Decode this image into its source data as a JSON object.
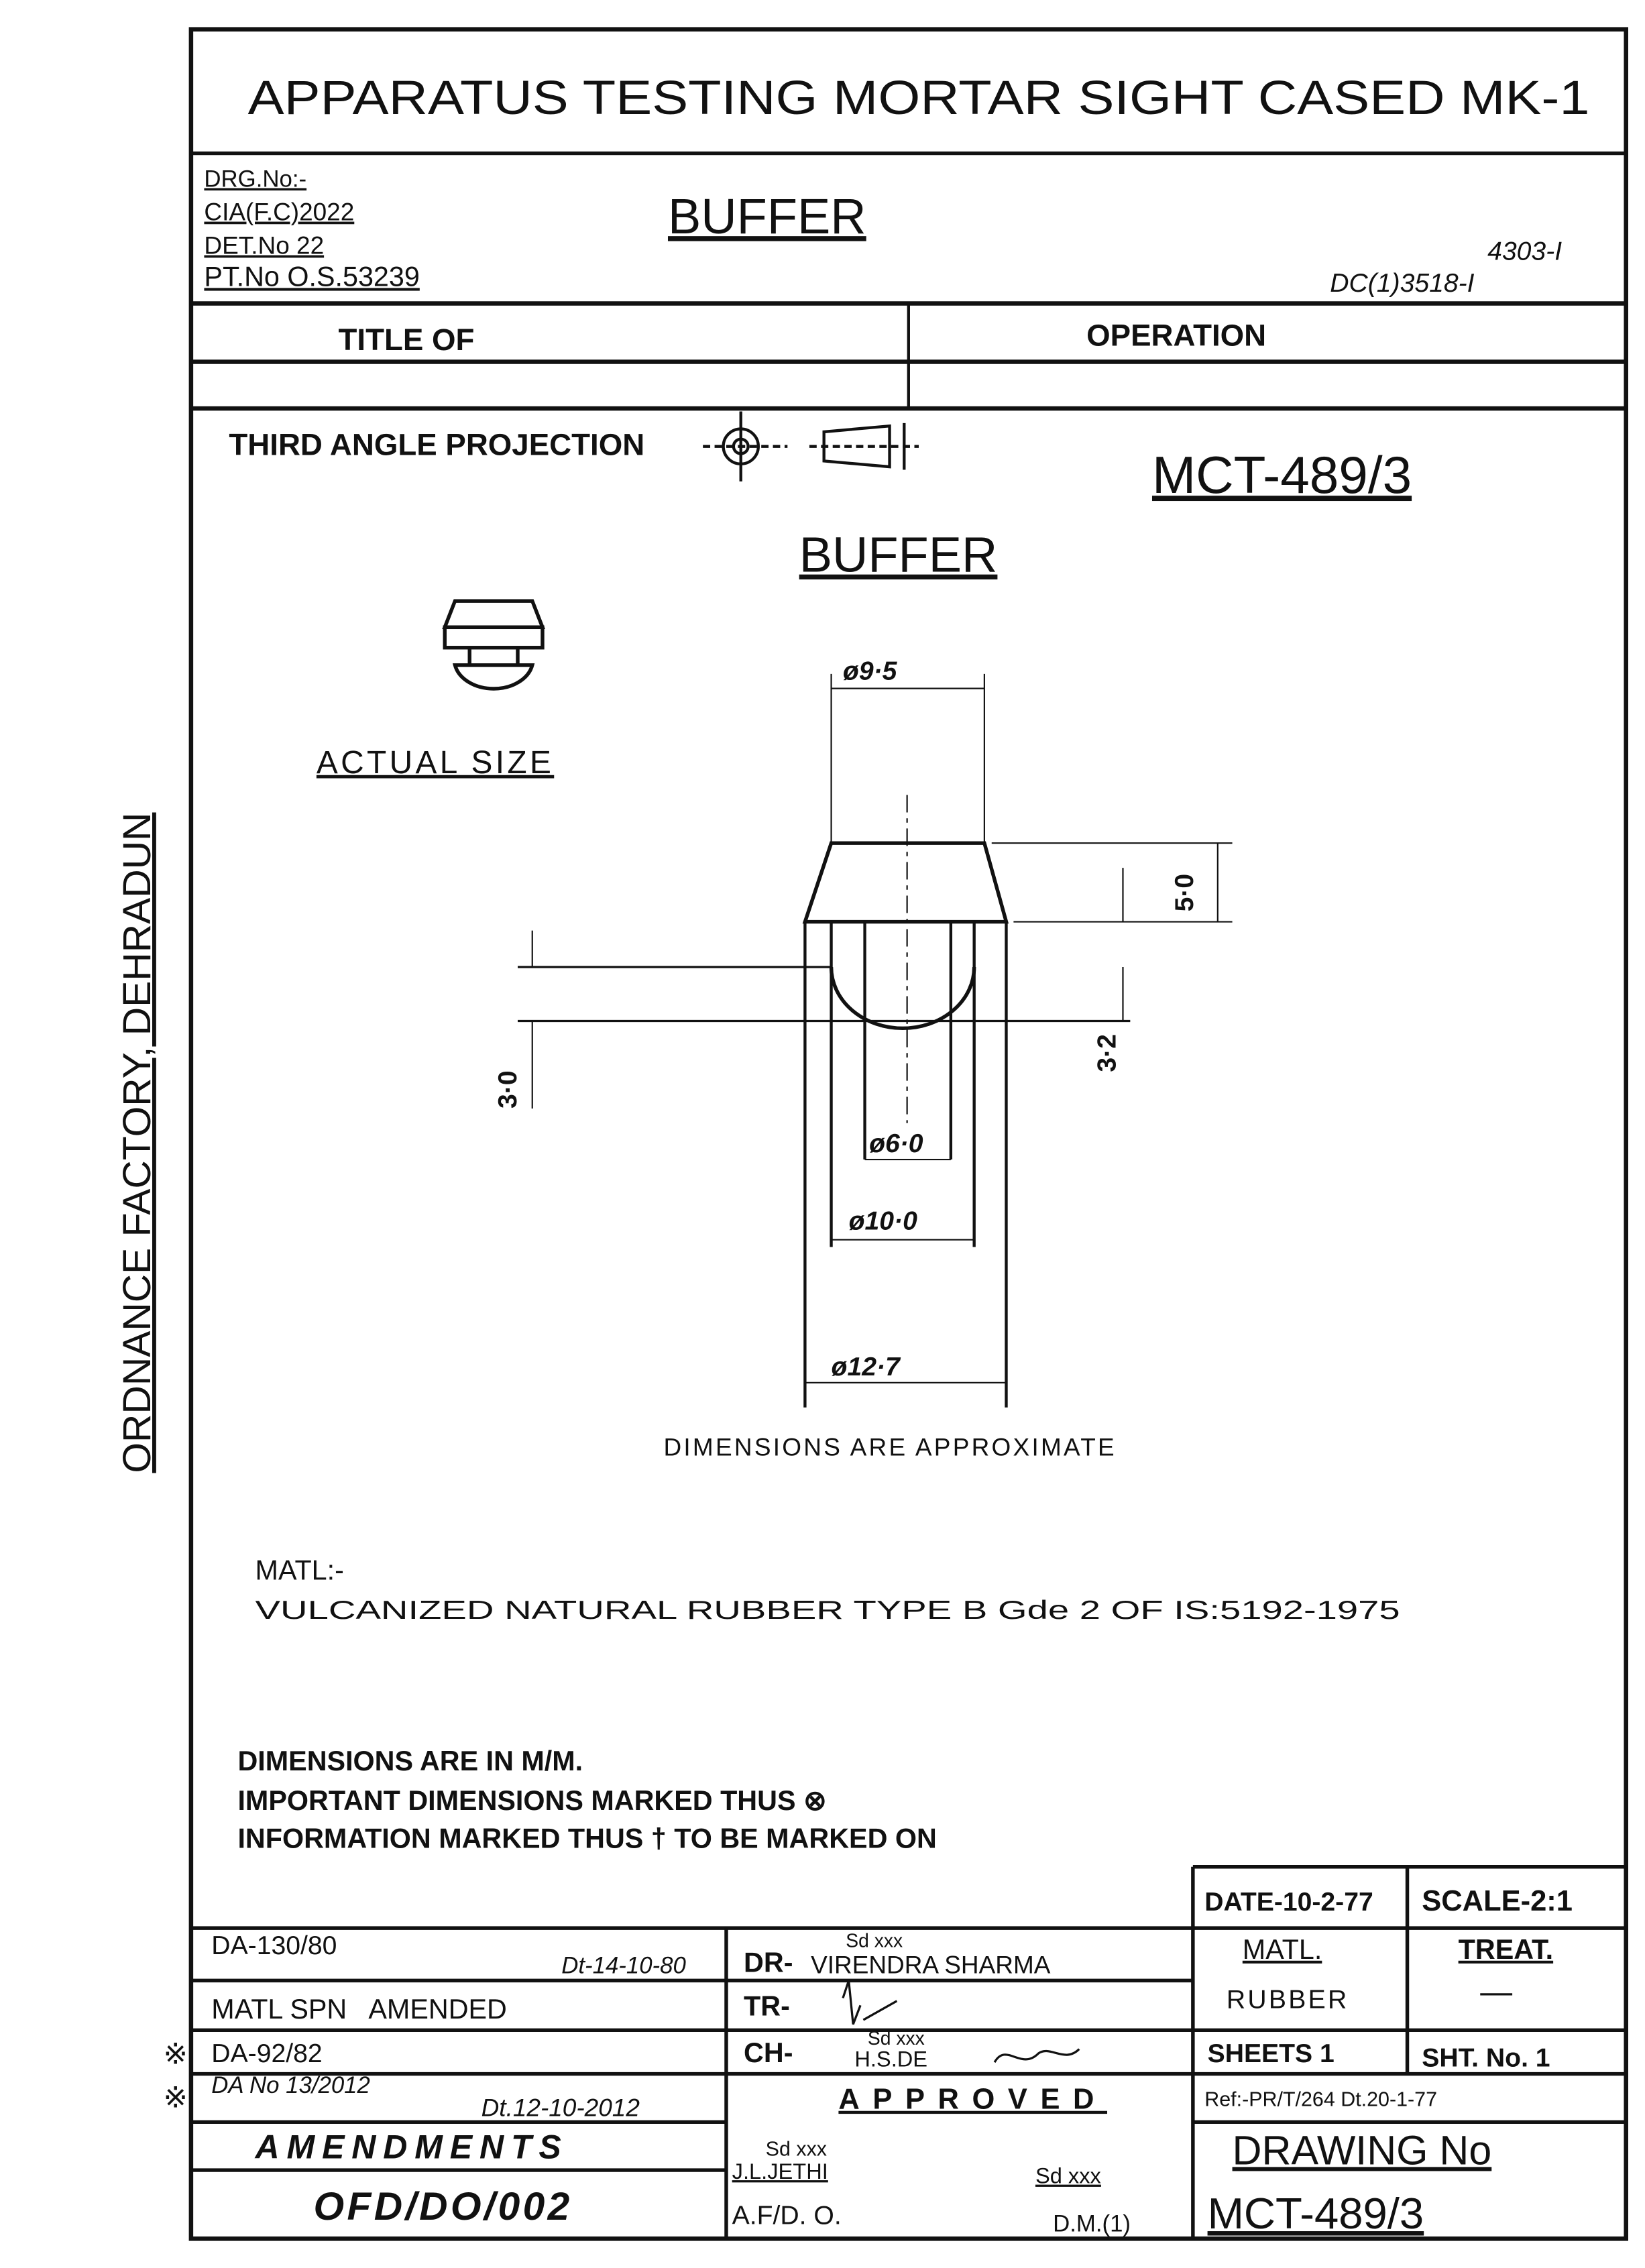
{
  "side_label": "ORDNANCE FACTORY, DEHRADUN",
  "header": {
    "title": "APPARATUS TESTING MORTAR SIGHT CASED MK-1",
    "drg_no_label": "DRG.No:-",
    "drg_no": "CIA(F.C)2022",
    "det_no": "DET.No 22",
    "pt_no": "PT.No O.S.53239",
    "part_name": "BUFFER",
    "ref_top": "4303-I",
    "ref_bottom": "DC(1)3518-I",
    "title_of": "TITLE OF",
    "operation": "OPERATION"
  },
  "drawing": {
    "projection": "THIRD ANGLE PROJECTION",
    "number": "MCT-489/3",
    "name": "BUFFER",
    "actual_size": "ACTUAL SIZE",
    "dims": {
      "d95": "ø9·5",
      "h50": "5·0",
      "h32": "3·2",
      "h30": "3·0",
      "d60": "ø6·0",
      "d100": "ø10·0",
      "d127": "ø12·7"
    },
    "approx_note": "DIMENSIONS ARE APPROXIMATE",
    "matl_label": "MATL:-",
    "matl_text": "VULCANIZED NATURAL RUBBER TYPE B Gde 2 OF IS:5192-1975",
    "notes": [
      "DIMENSIONS ARE IN M/M.",
      "IMPORTANT DIMENSIONS MARKED THUS ⊗",
      "INFORMATION MARKED THUS † TO BE MARKED ON"
    ]
  },
  "title_block": {
    "date": "DATE-10-2-77",
    "scale": "SCALE-2:1",
    "amend1": "DA-130/80",
    "amend1_date": "Dt-14-10-80",
    "amend2": "MATL SPN   AMENDED",
    "amend3": "DA-92/82",
    "amend4": "DA No 13/2012",
    "amend4_date": "Dt.12-10-2012",
    "amendments": "AMENDMENTS",
    "office": "OFD/DO/002",
    "dr_label": "DR-",
    "dr_sd": "Sd xxx",
    "dr_name": "VIRENDRA SHARMA",
    "tr_label": "TR-",
    "ch_label": "CH-",
    "ch_sd": "Sd xxx",
    "ch_name": "H.S.DE",
    "approved": "APPROVED",
    "afdo_sd": "Sd xxx",
    "afdo_name": "J.L.JETHI",
    "afdo": "A.F/D. O.",
    "dm_sd": "Sd xxx",
    "dm": "D.M.(1)",
    "matl_head": "MATL.",
    "matl": "RUBBER",
    "treat_head": "TREAT.",
    "treat": "—",
    "sheets": "SHEETS 1",
    "sht_no": "SHT. No. 1",
    "ref": "Ref:-PR/T/264 Dt.20-1-77",
    "drawing_no_label": "DRAWING No",
    "drawing_no": "MCT-489/3",
    "marks": [
      "※",
      "※"
    ]
  }
}
